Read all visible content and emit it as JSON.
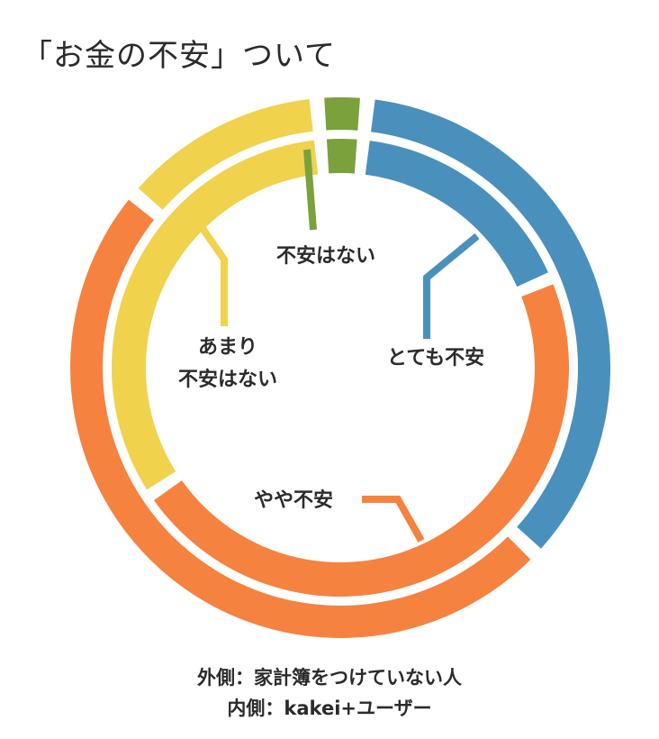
{
  "chart_data": {
    "type": "pie",
    "title": "「お金の不安」ついて",
    "rings": [
      {
        "name": "外側：家計簿をつけていない人",
        "slices": [
          {
            "label": "不安はない",
            "value": 3,
            "color": "#7ba13c"
          },
          {
            "label": "とても不安",
            "value": 35.5,
            "color": "#4a90bc"
          },
          {
            "label": "やや不安",
            "value": 49,
            "color": "#f68240"
          },
          {
            "label": "あまり不安はない",
            "value": 12.5,
            "color": "#f0d24d"
          }
        ]
      },
      {
        "name": "内側：kakei+ユーザー",
        "slices": [
          {
            "label": "不安はない",
            "value": 3,
            "color": "#7ba13c"
          },
          {
            "label": "とても不安",
            "value": 17,
            "color": "#4a90bc"
          },
          {
            "label": "やや不安",
            "value": 47,
            "color": "#f68240"
          },
          {
            "label": "あまり不安はない",
            "value": 33,
            "color": "#f0d24d"
          }
        ]
      }
    ],
    "annotations": [
      {
        "text": "不安はない",
        "slice": "不安はない"
      },
      {
        "text": "とても不安",
        "slice": "とても不安"
      },
      {
        "text": "やや不安",
        "slice": "やや不安"
      },
      {
        "lines": [
          "あまり",
          "不安はない"
        ],
        "slice": "あまり不安はない"
      }
    ]
  }
}
